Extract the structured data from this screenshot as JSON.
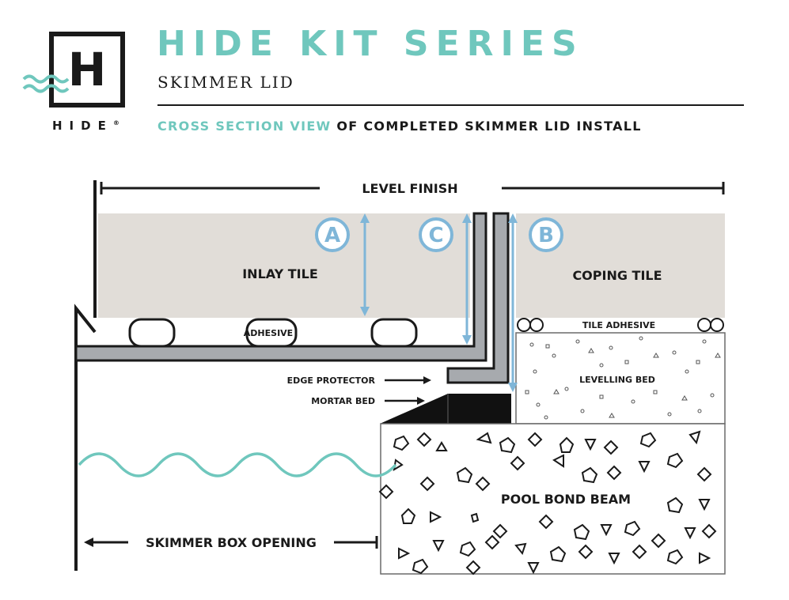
{
  "header": {
    "title": "HIDE KIT SERIES",
    "subtitle": "SKIMMER LID",
    "caption_accent": "CROSS SECTION VIEW",
    "caption_rest": " OF COMPLETED SKIMMER LID INSTALL"
  },
  "logo": {
    "letter": "H",
    "wordmark": "HIDE",
    "trademark": "®",
    "icon": "waves-icon"
  },
  "diagram": {
    "labels": {
      "level_finish": "LEVEL FINISH",
      "inlay_tile": "INLAY TILE",
      "coping_tile": "COPING TILE",
      "adhesive": "ADHESIVE",
      "tile_adhesive": "TILE ADHESIVE",
      "levelling_bed": "LEVELLING BED",
      "edge_protector": "EDGE PROTECTOR",
      "mortar_bed": "MORTAR BED",
      "pool_bond_beam": "POOL BOND BEAM",
      "skimmer_box_opening": "SKIMMER BOX OPENING"
    },
    "markers": [
      "A",
      "C",
      "B"
    ]
  },
  "colors": {
    "accent": "#6fc7bd",
    "arrow_blue": "#7fb6d8",
    "tile_fill": "#e1ddd8",
    "steel_fill": "#a7aaae",
    "ink": "#1a1a1a"
  }
}
